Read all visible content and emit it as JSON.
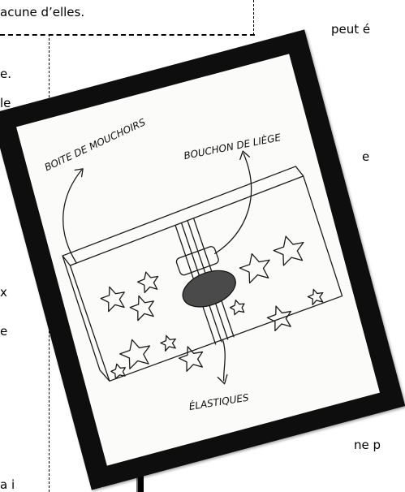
{
  "left_column": {
    "top_line": "acune d’elles.",
    "fragments": [
      "e.",
      "le",
      "x",
      "e",
      "a i"
    ]
  },
  "right_column": {
    "top_line": "peut é",
    "mid_fragment": "e",
    "bottom_line": "ne p"
  },
  "drawing": {
    "labels": {
      "tissue_box": "BOITE DE MOUCHOIRS",
      "cork": "BOUCHON DE LIÈGE",
      "elastics": "ÉLASTIQUES"
    },
    "colors": {
      "board": "#0e0e0e",
      "paper": "#fbfbf9",
      "cork": "#4a4a4a"
    }
  }
}
